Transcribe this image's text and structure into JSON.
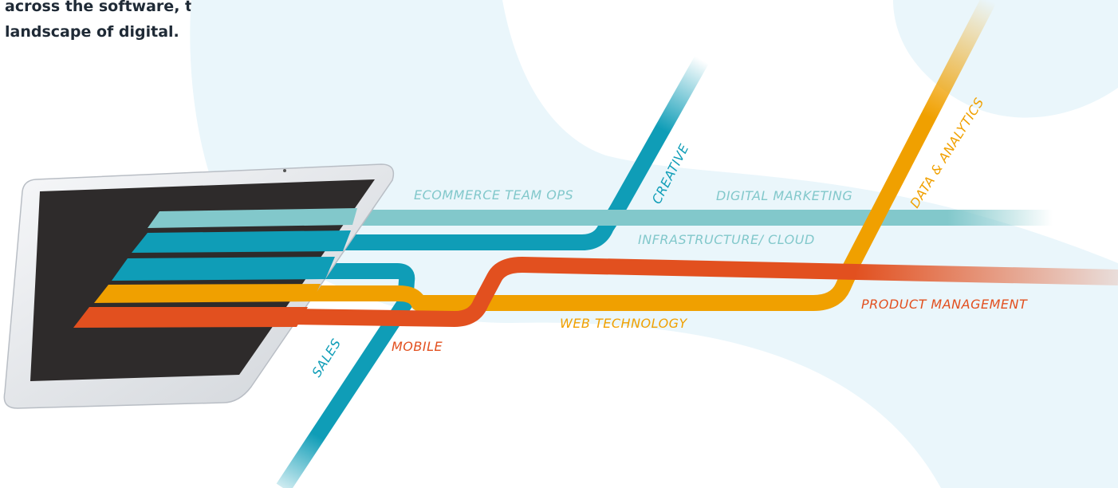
{
  "intro": {
    "line1": "across the software, technology, creative and marketing",
    "line2": "landscape of digital."
  },
  "labels": {
    "ecommerce": "ECOMMERCE TEAM OPS",
    "creative": "CREATIVE",
    "digital_marketing": "DIGITAL MARKETING",
    "data_analytics": "DATA & ANALYTICS",
    "infrastructure": "INFRASTRUCTURE/ CLOUD",
    "product_management": "PRODUCT MANAGEMENT",
    "web_technology": "WEB TECHNOLOGY",
    "mobile": "MOBILE",
    "sales": "SALES"
  },
  "colors": {
    "light_teal": "#82c8cb",
    "teal": "#0f9db7",
    "orange": "#f0a000",
    "red": "#e2501f",
    "background_blob": "#eaf6fb",
    "tablet_screen": "#2e2b2b",
    "text": "#1f2a36"
  }
}
